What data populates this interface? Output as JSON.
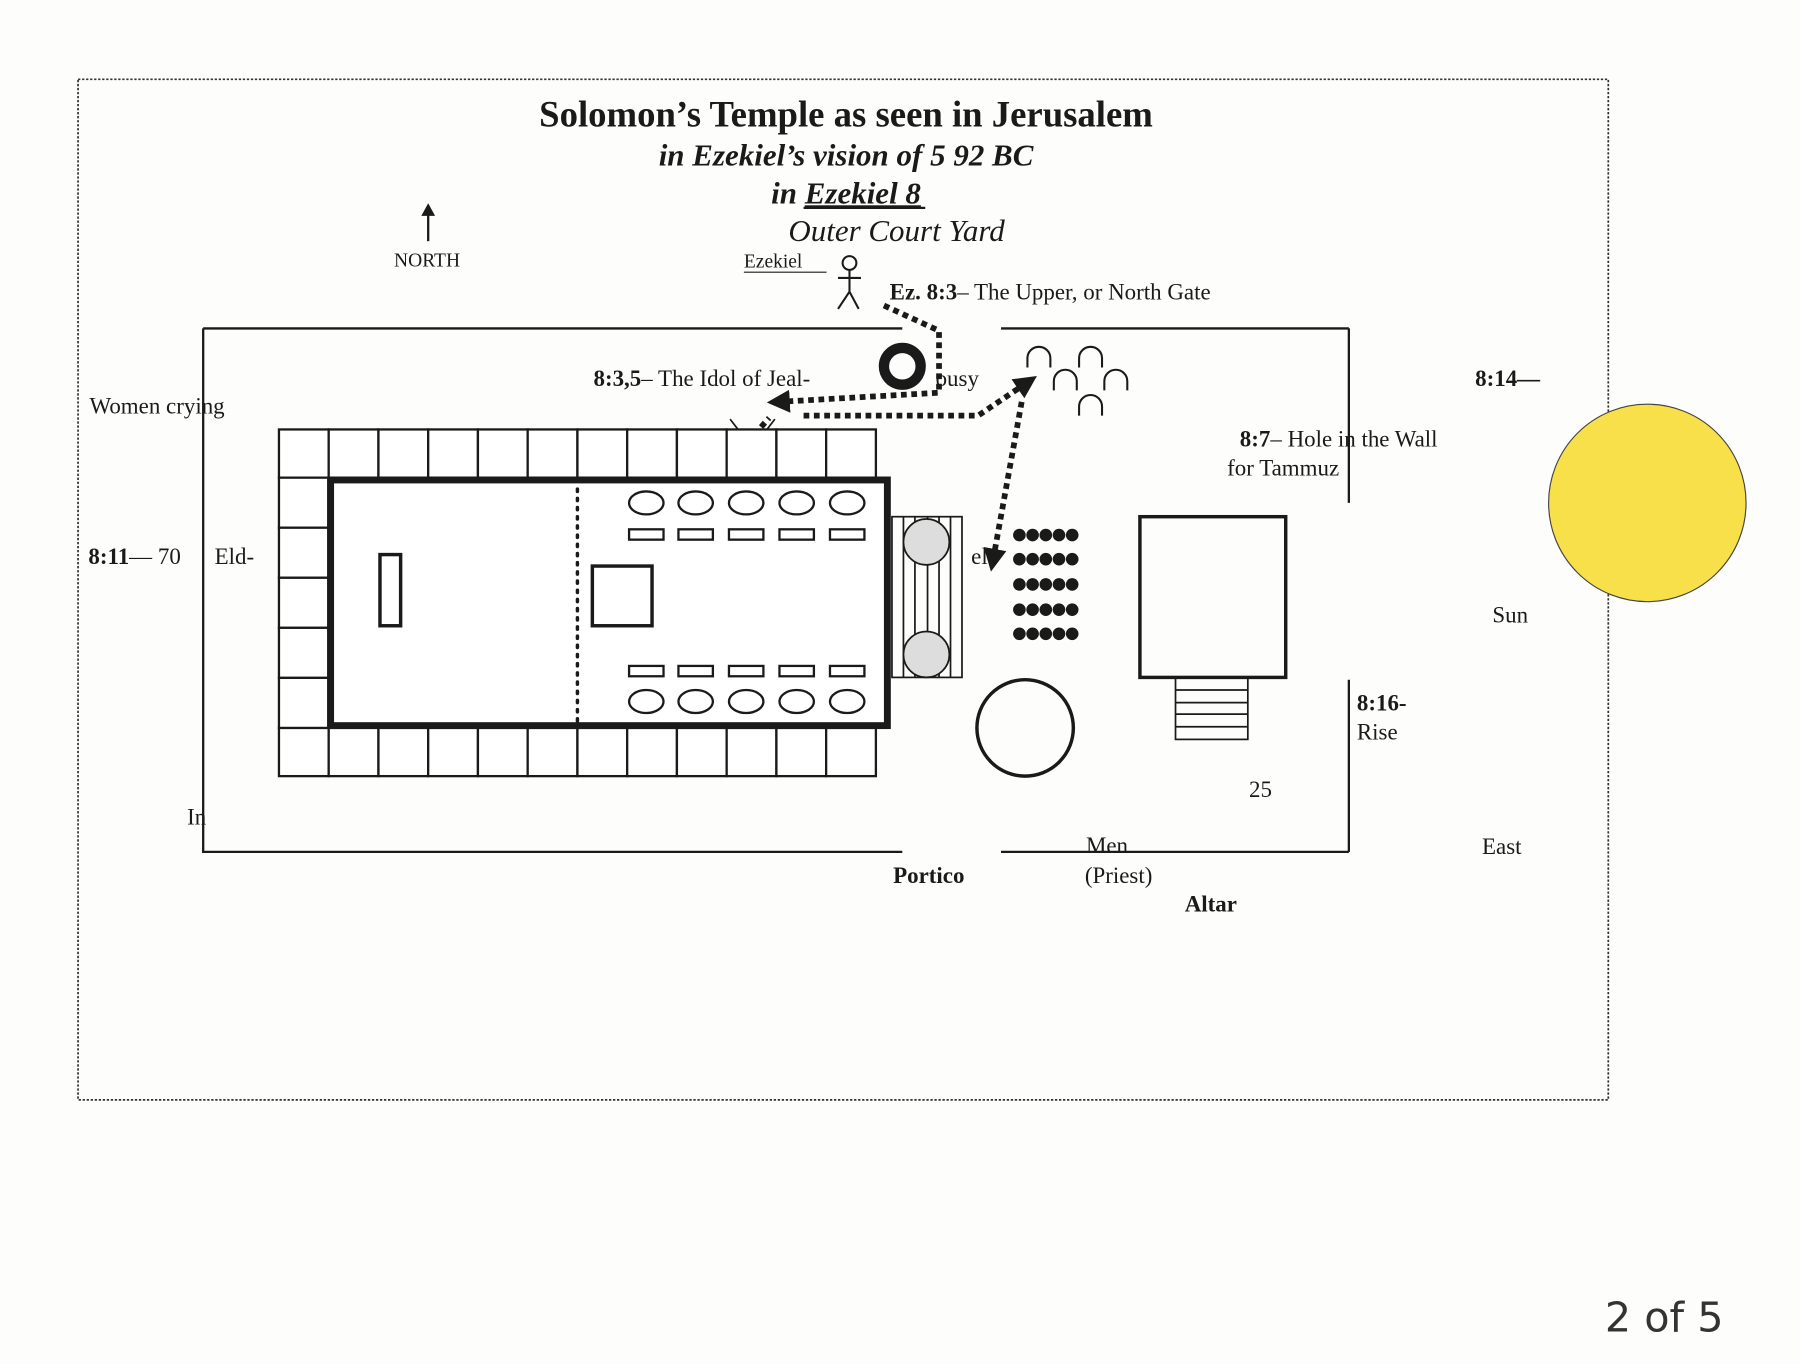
{
  "title": "Solomon’s Temple as seen in Jerusalem",
  "subtitle1": "in Ezekiel’s vision of 5 92 BC",
  "subtitle2_prefix": "in ",
  "subtitle2_ref": "Ezekiel 8",
  "subtitle3": "Outer Court Yard",
  "north": "NORTH",
  "ezekiel": "Ezekiel",
  "gate": {
    "ref": "Ez. 8:3",
    "text": "– The Upper, or North Gate"
  },
  "idol": {
    "ref": "8:3,5",
    "text": "– The Idol of Jeal-",
    "tail": "ousy"
  },
  "women": "Women crying",
  "elders": {
    "ref": "8:11",
    "text": "— 70",
    "tail": "Eld-",
    "tail2": "els"
  },
  "hole": {
    "ref": "8:7",
    "text": "– Hole in the Wall",
    "line2": "for Tammuz"
  },
  "sun_ref": "8:14—",
  "sun": "Sun",
  "rise": {
    "ref": "8:16-",
    "text": "Rise"
  },
  "count25": "25",
  "in_label": "In",
  "men": "Men",
  "priest": "(Priest)",
  "portico": "Portico",
  "altar": "Altar",
  "east": "East",
  "page_number": "2 of 5",
  "colors": {
    "sun": "#f7e04a",
    "ink": "#1a1a1a",
    "pillar": "#dddddd"
  }
}
